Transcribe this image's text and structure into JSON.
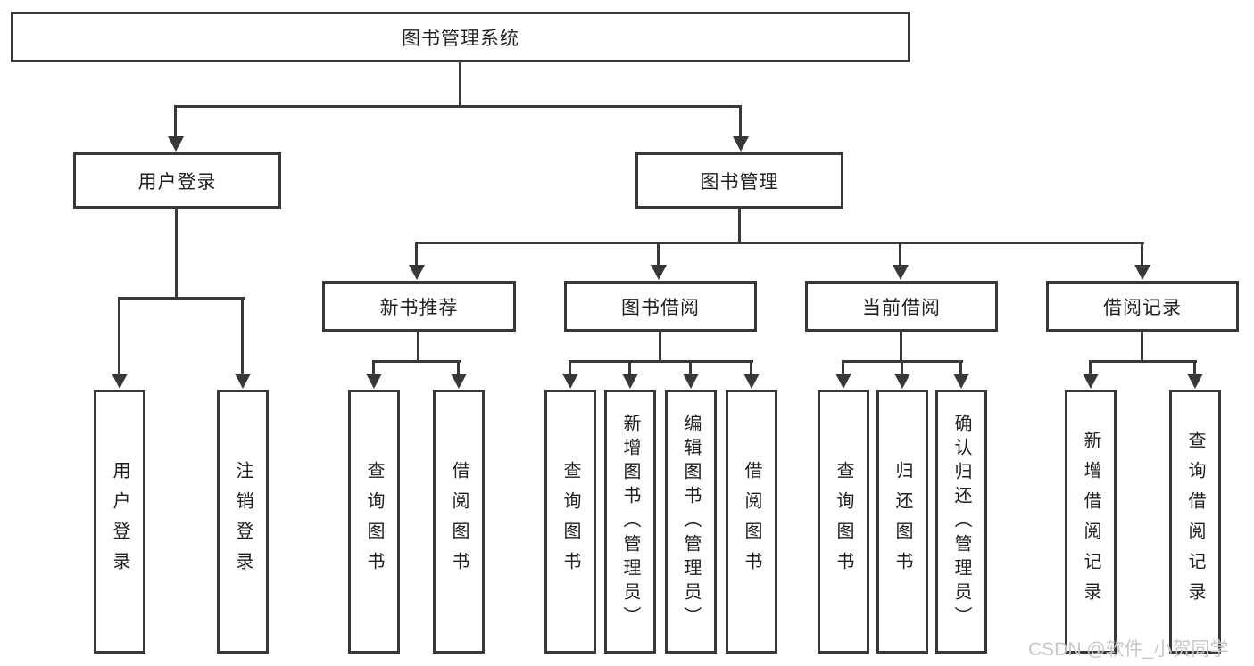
{
  "tree": {
    "root": {
      "label": "图书管理系统"
    },
    "children": [
      {
        "label": "用户登录",
        "leaves": [
          "用户登录",
          "注销登录"
        ]
      },
      {
        "label": "图书管理",
        "children": [
          {
            "label": "新书推荐",
            "leaves": [
              "查询图书",
              "借阅图书"
            ]
          },
          {
            "label": "图书借阅",
            "leaves": [
              "查询图书",
              "新增图书（管理员）",
              "编辑图书（管理员）",
              "借阅图书"
            ]
          },
          {
            "label": "当前借阅",
            "leaves": [
              "查询图书",
              "归还图书",
              "确认归还（管理员）"
            ]
          },
          {
            "label": "借阅记录",
            "leaves": [
              "新增借阅记录",
              "查询借阅记录"
            ]
          }
        ]
      }
    ]
  },
  "watermark": {
    "text": "CSDN @软件_小贺同学"
  },
  "colors": {
    "line": "#383838",
    "border": "#383838",
    "text": "#1f1f1f",
    "bg": "#ffffff",
    "watermark": "#c8c8c8"
  }
}
